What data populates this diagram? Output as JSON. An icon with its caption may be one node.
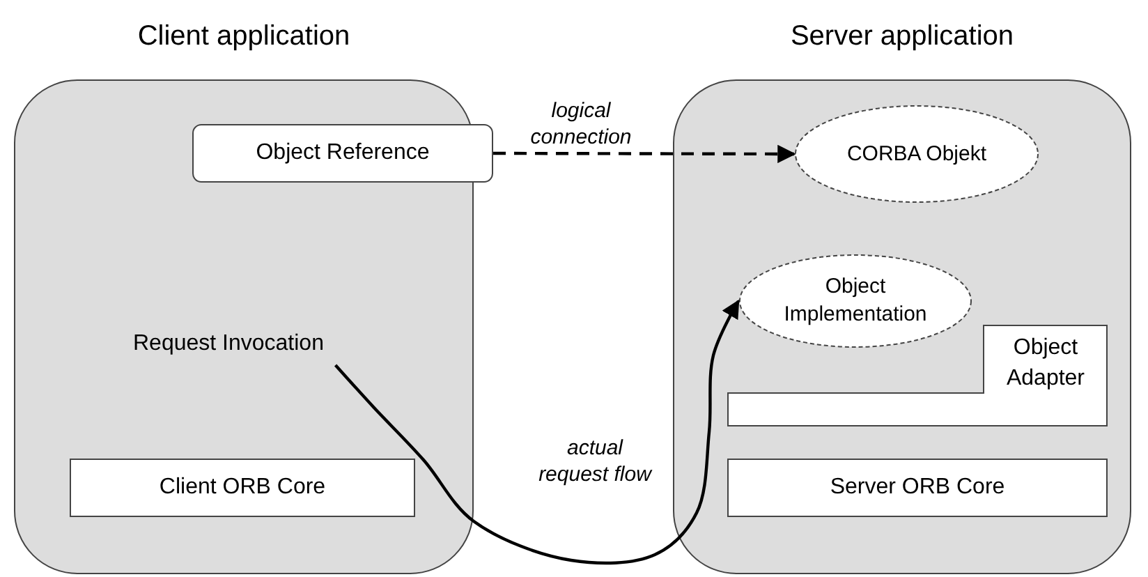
{
  "diagram": {
    "nodes": [
      {
        "text": [
          "Client application"
        ]
      },
      {
        "text": [
          "Object Reference"
        ],
        "in": 0
      },
      {
        "text": [
          "Request Invocation"
        ],
        "in": 0
      },
      {
        "text": [
          "Client ORB Core"
        ],
        "in": 0
      },
      {
        "text": [
          "Server application"
        ]
      },
      {
        "text": [
          "CORBA Objekt"
        ],
        "in": 4
      },
      {
        "text": [
          "Object Implementation"
        ],
        "in": 4
      },
      {
        "text": [
          "Object Adapter"
        ],
        "in": 4
      },
      {
        "text": [
          "Server ORB Core"
        ],
        "in": 4
      }
    ],
    "edges": [
      {
        "from": 1,
        "to": 5,
        "arrow": "to",
        "label": "logical connection",
        "style": "dashed"
      },
      {
        "from": 2,
        "to": 6,
        "arrow": "to",
        "label": "actual request flow"
      }
    ]
  }
}
